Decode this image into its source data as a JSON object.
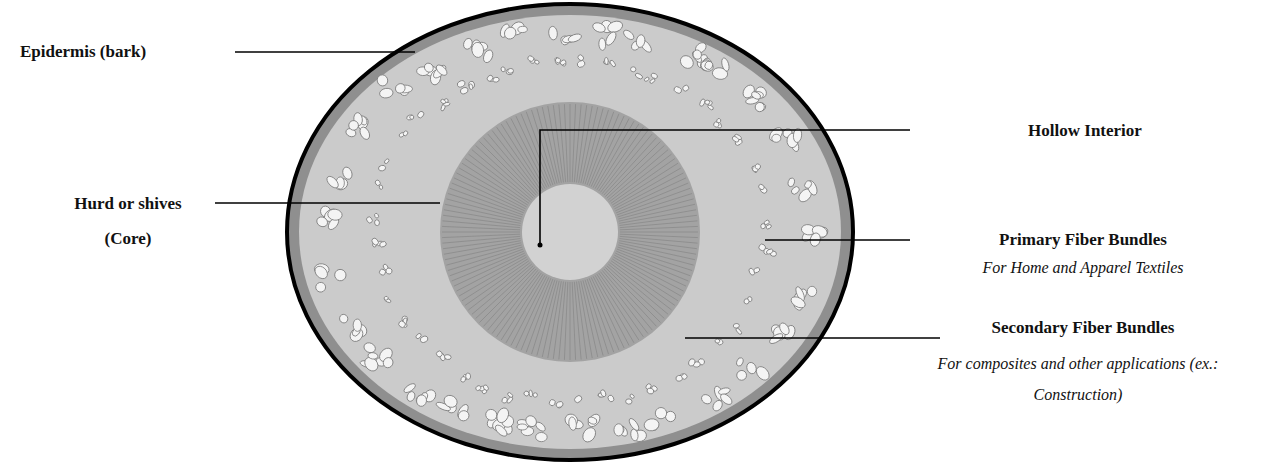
{
  "diagram": {
    "labels": [
      "Epidermis (bark)",
      "Hurd or shives (Core)",
      "Hollow Interior",
      "Primary Fiber Bundles",
      "For Home and Apparel Textiles",
      "Secondary Fiber Bundles",
      "For composites and other applications (ex.: Construction)"
    ]
  }
}
